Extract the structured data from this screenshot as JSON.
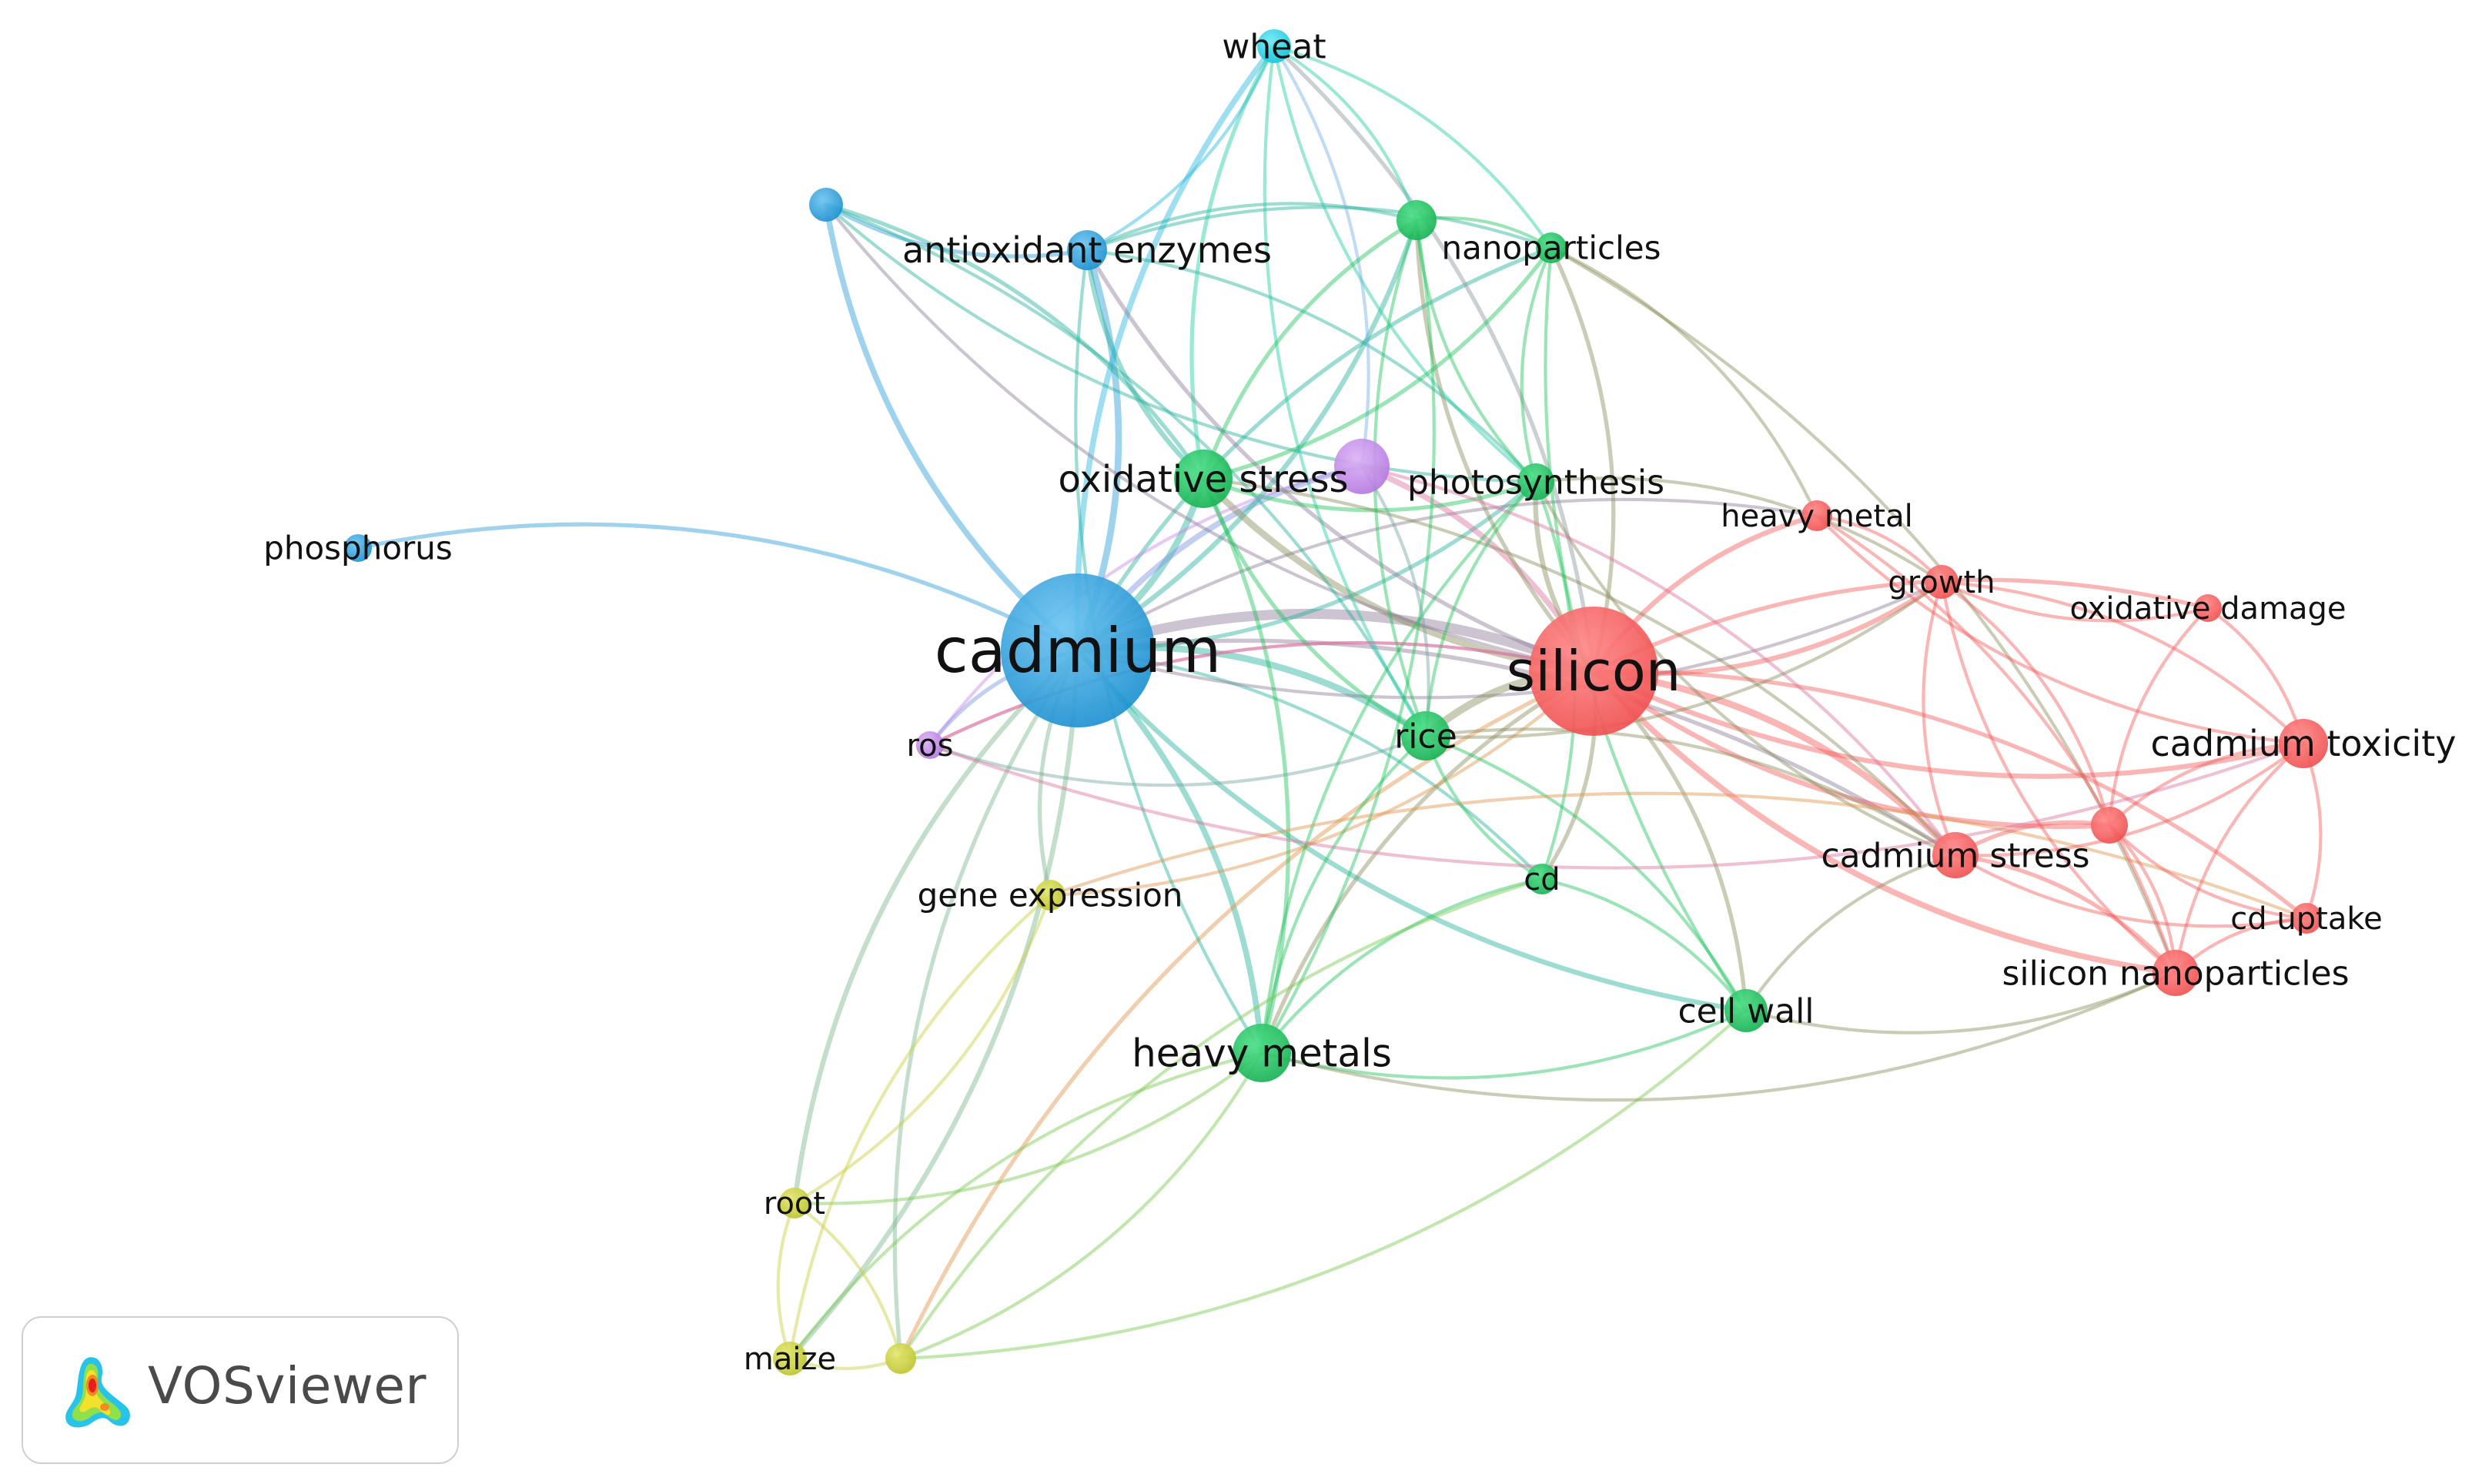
{
  "cluster_colors": {
    "red": "#f55a5a",
    "green": "#22c45e",
    "blue": "#2a9ed8",
    "yellow": "#c9cf3e",
    "purple": "#c38ae6",
    "cyan": "#22d3e6"
  },
  "nodes": [
    {
      "id": "cadmium",
      "label": "cadmium",
      "cluster": "blue",
      "size": 13
    },
    {
      "id": "silicon",
      "label": "silicon",
      "cluster": "red",
      "size": 11
    },
    {
      "id": "phosphorus",
      "label": "phosphorus",
      "cluster": "blue",
      "size": 1
    },
    {
      "id": "blue-unlabeled",
      "label": "",
      "cluster": "blue",
      "size": 1.5
    },
    {
      "id": "antioxidant-enzymes",
      "label": "antioxidant enzymes",
      "cluster": "blue",
      "size": 2
    },
    {
      "id": "wheat",
      "label": "wheat",
      "cluster": "cyan",
      "size": 1.5
    },
    {
      "id": "oxidative-stress",
      "label": "oxidative stress",
      "cluster": "green",
      "size": 4
    },
    {
      "id": "purple-unlabeled",
      "label": "",
      "cluster": "purple",
      "size": 3
    },
    {
      "id": "green-unlabeled",
      "label": "",
      "cluster": "green",
      "size": 2
    },
    {
      "id": "nanoparticles",
      "label": "nanoparticles",
      "cluster": "green",
      "size": 1.2
    },
    {
      "id": "photosynthesis",
      "label": "photosynthesis",
      "cluster": "green",
      "size": 1.8
    },
    {
      "id": "rice",
      "label": "rice",
      "cluster": "green",
      "size": 2.8
    },
    {
      "id": "ros",
      "label": "ros",
      "cluster": "purple",
      "size": 1
    },
    {
      "id": "cd",
      "label": "cd",
      "cluster": "green",
      "size": 1.4
    },
    {
      "id": "gene-expression",
      "label": "gene expression",
      "cluster": "yellow",
      "size": 1.2
    },
    {
      "id": "heavy-metals",
      "label": "heavy metals",
      "cluster": "green",
      "size": 4
    },
    {
      "id": "cell-wall",
      "label": "cell wall",
      "cluster": "green",
      "size": 2.2
    },
    {
      "id": "heavy-metal",
      "label": "heavy metal",
      "cluster": "red",
      "size": 1.2
    },
    {
      "id": "growth",
      "label": "growth",
      "cluster": "red",
      "size": 1.6
    },
    {
      "id": "oxidative-damage",
      "label": "oxidative damage",
      "cluster": "red",
      "size": 1.2
    },
    {
      "id": "cadmium-toxicity",
      "label": "cadmium toxicity",
      "cluster": "red",
      "size": 2.4
    },
    {
      "id": "cadmium-stress",
      "label": "cadmium stress",
      "cluster": "red",
      "size": 2.2
    },
    {
      "id": "red-unlabeled",
      "label": "",
      "cluster": "red",
      "size": 1.6
    },
    {
      "id": "cd-uptake",
      "label": "cd uptake",
      "cluster": "red",
      "size": 1.2
    },
    {
      "id": "silicon-nanoparticles",
      "label": "silicon nanoparticles",
      "cluster": "red",
      "size": 2.2
    },
    {
      "id": "root",
      "label": "root",
      "cluster": "yellow",
      "size": 1.4
    },
    {
      "id": "maize",
      "label": "maize",
      "cluster": "yellow",
      "size": 1.4
    },
    {
      "id": "yellow-unlabeled",
      "label": "",
      "cluster": "yellow",
      "size": 1.4
    }
  ],
  "links": [
    [
      "cadmium",
      "silicon",
      5
    ],
    [
      "cadmium",
      "phosphorus",
      1.5
    ],
    [
      "cadmium",
      "blue-unlabeled",
      2.5
    ],
    [
      "cadmium",
      "antioxidant-enzymes",
      3
    ],
    [
      "cadmium",
      "wheat",
      2.5
    ],
    [
      "cadmium",
      "oxidative-stress",
      3
    ],
    [
      "cadmium",
      "purple-unlabeled",
      2.5
    ],
    [
      "cadmium",
      "green-unlabeled",
      2
    ],
    [
      "cadmium",
      "nanoparticles",
      1.5
    ],
    [
      "cadmium",
      "photosynthesis",
      1.5
    ],
    [
      "cadmium",
      "rice",
      3
    ],
    [
      "cadmium",
      "ros",
      1.5
    ],
    [
      "cadmium",
      "cd",
      1
    ],
    [
      "cadmium",
      "gene-expression",
      1.5
    ],
    [
      "cadmium",
      "heavy-metals",
      2.5
    ],
    [
      "cadmium",
      "cell-wall",
      2
    ],
    [
      "cadmium",
      "heavy-metal",
      1
    ],
    [
      "cadmium",
      "growth",
      1
    ],
    [
      "cadmium",
      "cadmium-stress",
      1.5
    ],
    [
      "cadmium",
      "root",
      2
    ],
    [
      "cadmium",
      "maize",
      2
    ],
    [
      "cadmium",
      "yellow-unlabeled",
      1.5
    ],
    [
      "silicon",
      "oxidative-stress",
      3
    ],
    [
      "silicon",
      "purple-unlabeled",
      2.5
    ],
    [
      "silicon",
      "green-unlabeled",
      1.5
    ],
    [
      "silicon",
      "nanoparticles",
      1.5
    ],
    [
      "silicon",
      "photosynthesis",
      2
    ],
    [
      "silicon",
      "rice",
      3.5
    ],
    [
      "silicon",
      "heavy-metal",
      2
    ],
    [
      "silicon",
      "growth",
      2
    ],
    [
      "silicon",
      "oxidative-damage",
      1.5
    ],
    [
      "silicon",
      "cadmium-toxicity",
      2
    ],
    [
      "silicon",
      "cadmium-stress",
      3
    ],
    [
      "silicon",
      "red-unlabeled",
      2
    ],
    [
      "silicon",
      "cd-uptake",
      1.5
    ],
    [
      "silicon",
      "silicon-nanoparticles",
      2.5
    ],
    [
      "silicon",
      "cell-wall",
      1.5
    ],
    [
      "silicon",
      "heavy-metals",
      1.5
    ],
    [
      "silicon",
      "cd",
      1.5
    ],
    [
      "silicon",
      "wheat",
      1.5
    ],
    [
      "silicon",
      "antioxidant-enzymes",
      1.5
    ],
    [
      "silicon",
      "ros",
      1
    ],
    [
      "silicon",
      "gene-expression",
      1
    ],
    [
      "silicon",
      "yellow-unlabeled",
      1.5
    ],
    [
      "silicon",
      "blue-unlabeled",
      1
    ],
    [
      "blue-unlabeled",
      "antioxidant-enzymes",
      1.5
    ],
    [
      "blue-unlabeled",
      "oxidative-stress",
      1.5
    ],
    [
      "blue-unlabeled",
      "photosynthesis",
      1
    ],
    [
      "blue-unlabeled",
      "rice",
      1
    ],
    [
      "antioxidant-enzymes",
      "wheat",
      1
    ],
    [
      "antioxidant-enzymes",
      "nanoparticles",
      1
    ],
    [
      "antioxidant-enzymes",
      "oxidative-stress",
      2
    ],
    [
      "antioxidant-enzymes",
      "photosynthesis",
      1
    ],
    [
      "antioxidant-enzymes",
      "heavy-metals",
      1
    ],
    [
      "antioxidant-enzymes",
      "green-unlabeled",
      1
    ],
    [
      "wheat",
      "oxidative-stress",
      1.5
    ],
    [
      "wheat",
      "nanoparticles",
      1
    ],
    [
      "wheat",
      "photosynthesis",
      1
    ],
    [
      "wheat",
      "green-unlabeled",
      1
    ],
    [
      "wheat",
      "rice",
      1
    ],
    [
      "wheat",
      "purple-unlabeled",
      1
    ],
    [
      "oxidative-stress",
      "photosynthesis",
      1.5
    ],
    [
      "oxidative-stress",
      "green-unlabeled",
      1.5
    ],
    [
      "oxidative-stress",
      "nanoparticles",
      1.5
    ],
    [
      "oxidative-stress",
      "heavy-metals",
      1.5
    ],
    [
      "oxidative-stress",
      "rice",
      1.5
    ],
    [
      "oxidative-stress",
      "cadmium-stress",
      1
    ],
    [
      "green-unlabeled",
      "photosynthesis",
      1
    ],
    [
      "green-unlabeled",
      "nanoparticles",
      1
    ],
    [
      "green-unlabeled",
      "rice",
      1
    ],
    [
      "green-unlabeled",
      "heavy-metals",
      1
    ],
    [
      "nanoparticles",
      "photosynthesis",
      1
    ],
    [
      "nanoparticles",
      "heavy-metal",
      1
    ],
    [
      "nanoparticles",
      "cell-wall",
      1
    ],
    [
      "nanoparticles",
      "silicon-nanoparticles",
      1
    ],
    [
      "photosynthesis",
      "rice",
      1
    ],
    [
      "photosynthesis",
      "cd",
      1
    ],
    [
      "photosynthesis",
      "heavy-metals",
      1
    ],
    [
      "photosynthesis",
      "growth",
      1
    ],
    [
      "photosynthesis",
      "cadmium-stress",
      1
    ],
    [
      "purple-unlabeled",
      "rice",
      1
    ],
    [
      "purple-unlabeled",
      "ros",
      1
    ],
    [
      "purple-unlabeled",
      "cadmium-stress",
      1
    ],
    [
      "rice",
      "cd",
      1
    ],
    [
      "rice",
      "cell-wall",
      1
    ],
    [
      "rice",
      "heavy-metals",
      1
    ],
    [
      "rice",
      "ros",
      1
    ],
    [
      "rice",
      "growth",
      1
    ],
    [
      "rice",
      "cadmium-stress",
      1
    ],
    [
      "ros",
      "cadmium-toxicity",
      1
    ],
    [
      "ros",
      "silicon",
      1
    ],
    [
      "cd",
      "heavy-metals",
      1
    ],
    [
      "cd",
      "cell-wall",
      1
    ],
    [
      "heavy-metals",
      "cell-wall",
      1
    ],
    [
      "heavy-metals",
      "root",
      1
    ],
    [
      "heavy-metals",
      "maize",
      1
    ],
    [
      "heavy-metals",
      "yellow-unlabeled",
      1
    ],
    [
      "heavy-metals",
      "silicon-nanoparticles",
      1
    ],
    [
      "cell-wall",
      "cadmium-stress",
      1
    ],
    [
      "cell-wall",
      "silicon-nanoparticles",
      1
    ],
    [
      "gene-expression",
      "root",
      1
    ],
    [
      "gene-expression",
      "maize",
      1
    ],
    [
      "gene-expression",
      "cd-uptake",
      1
    ],
    [
      "root",
      "maize",
      1
    ],
    [
      "root",
      "yellow-unlabeled",
      1
    ],
    [
      "maize",
      "yellow-unlabeled",
      1
    ],
    [
      "yellow-unlabeled",
      "cd",
      1
    ],
    [
      "yellow-unlabeled",
      "cell-wall",
      1
    ],
    [
      "heavy-metal",
      "growth",
      1
    ],
    [
      "heavy-metal",
      "cadmium-toxicity",
      1
    ],
    [
      "heavy-metal",
      "silicon-nanoparticles",
      1
    ],
    [
      "growth",
      "oxidative-damage",
      1
    ],
    [
      "growth",
      "cadmium-toxicity",
      1
    ],
    [
      "growth",
      "cadmium-stress",
      1
    ],
    [
      "growth",
      "red-unlabeled",
      1
    ],
    [
      "growth",
      "silicon-nanoparticles",
      1
    ],
    [
      "oxidative-damage",
      "cadmium-toxicity",
      1
    ],
    [
      "oxidative-damage",
      "red-unlabeled",
      1
    ],
    [
      "cadmium-toxicity",
      "cadmium-stress",
      1
    ],
    [
      "cadmium-toxicity",
      "red-unlabeled",
      1
    ],
    [
      "cadmium-toxicity",
      "cd-uptake",
      1
    ],
    [
      "cadmium-toxicity",
      "silicon-nanoparticles",
      1
    ],
    [
      "cadmium-stress",
      "red-unlabeled",
      1.5
    ],
    [
      "cadmium-stress",
      "cd-uptake",
      1
    ],
    [
      "cadmium-stress",
      "silicon-nanoparticles",
      1.5
    ],
    [
      "red-unlabeled",
      "cd-uptake",
      1
    ],
    [
      "red-unlabeled",
      "silicon-nanoparticles",
      1
    ],
    [
      "cd-uptake",
      "silicon-nanoparticles",
      1
    ]
  ],
  "logo": {
    "text": "VOSviewer"
  }
}
